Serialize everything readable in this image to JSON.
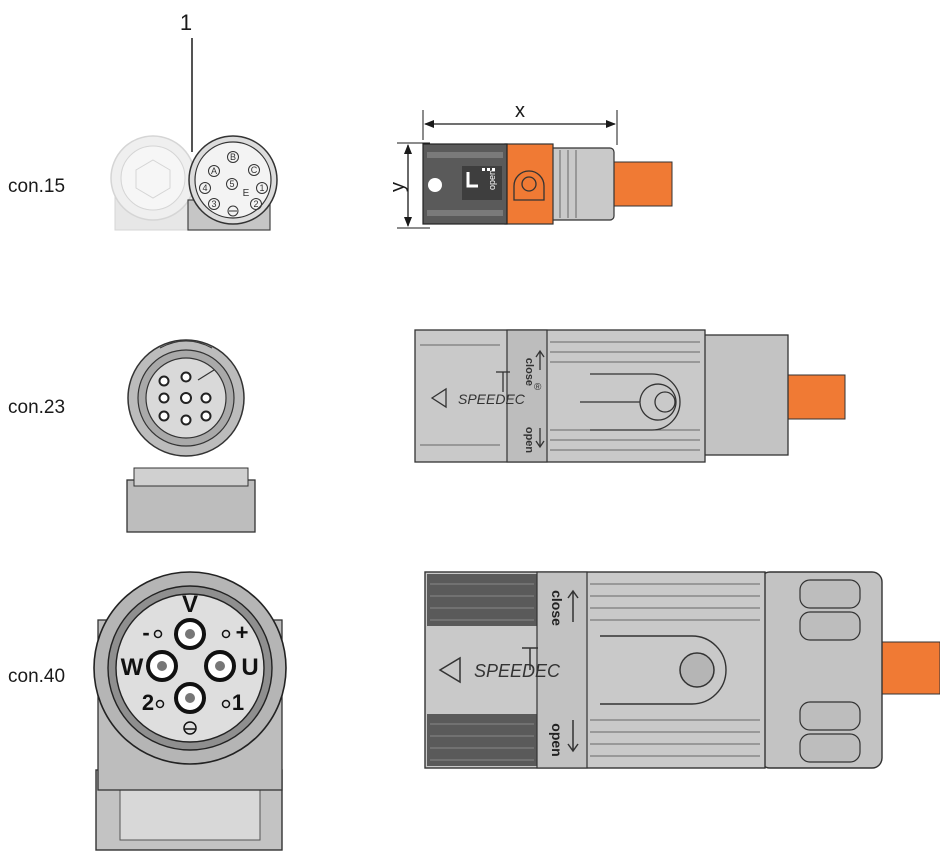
{
  "callout": "1",
  "rows": [
    {
      "id": "con15",
      "label": "con.15"
    },
    {
      "id": "con23",
      "label": "con.23"
    },
    {
      "id": "con40",
      "label": "con.40"
    }
  ],
  "dimensions": {
    "width": "x",
    "height": "y"
  },
  "con15_pins": {
    "a": "A",
    "b": "B",
    "c": "C",
    "one": "1",
    "two": "2",
    "three": "3",
    "four": "4",
    "five": "5",
    "e": "E"
  },
  "con15_plug": {
    "open": "open"
  },
  "con23_plug": {
    "brand": "SPEEDEC",
    "reg": "®",
    "close": "close",
    "open": "open"
  },
  "con40_face": {
    "v": "V",
    "w": "W",
    "u": "U",
    "minus": "-",
    "plus": "+",
    "two": "2",
    "one": "1"
  },
  "con40_plug": {
    "brand": "SPEEDEC",
    "close": "close",
    "open": "open"
  },
  "colors": {
    "orange": "#f07a34",
    "body_grey": "#c9c9c9",
    "dark_grey": "#5a5a5a",
    "outline": "#2b2b2b"
  }
}
